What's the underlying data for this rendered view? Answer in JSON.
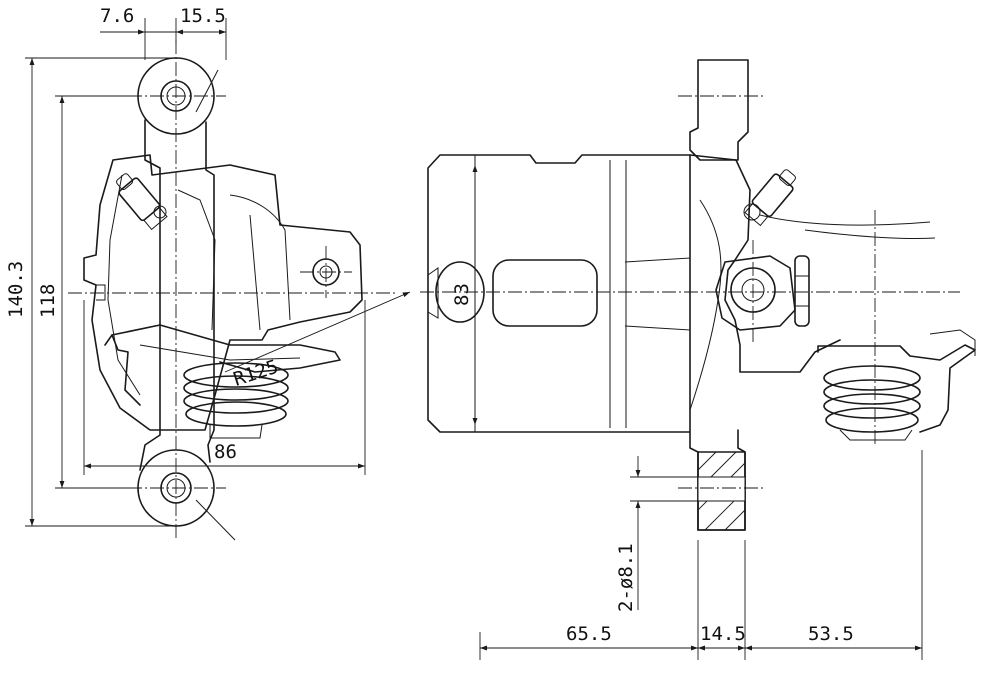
{
  "dimensions": {
    "top_left_offset": "7.6",
    "top_right_offset": "15.5",
    "overall_height": "140.3",
    "mount_height": "118",
    "bore_diameter": "83",
    "radius": "R125",
    "bottom_width": "86",
    "holes": "2-ø8.1",
    "bottom_a": "65.5",
    "bottom_b": "14.5",
    "bottom_c": "53.5"
  },
  "colors": {
    "line": "#1a1a1a",
    "background": "#ffffff"
  }
}
